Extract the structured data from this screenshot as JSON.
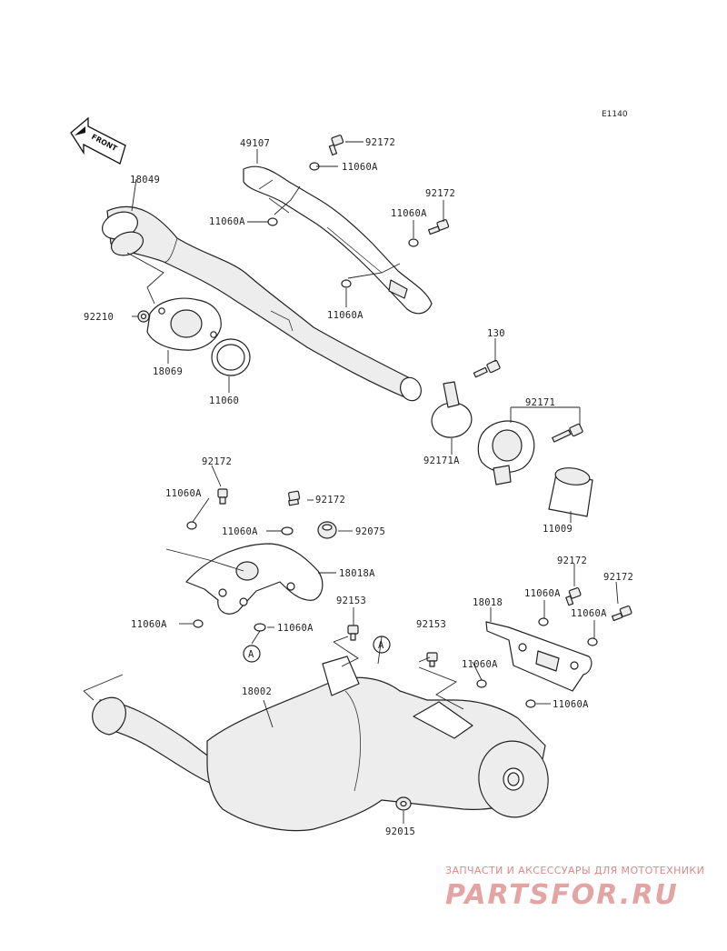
{
  "diagram_code": "E1140",
  "front_arrow_label": "FRONT",
  "callouts": {
    "c49107": "49107",
    "c92172_a": "92172",
    "c11060A_a": "11060A",
    "c92172_b": "92172",
    "c11060A_b": "11060A",
    "c18049": "18049",
    "c11060A_c": "11060A",
    "c11060A_d": "11060A",
    "c92210": "92210",
    "c18069": "18069",
    "c11060": "11060",
    "c130": "130",
    "c92171": "92171",
    "c92171A": "92171A",
    "c11009": "11009",
    "c92172_c": "92172",
    "c11060A_e": "11060A",
    "c92172_d": "92172",
    "c11060A_f": "11060A",
    "c92075": "92075",
    "c18018A": "18018A",
    "c11060A_g": "11060A",
    "c11060A_h": "11060A",
    "c92153_a": "92153",
    "c92172_e": "92172",
    "c92172_f": "92172",
    "c18018": "18018",
    "c11060A_i": "11060A",
    "c11060A_j": "11060A",
    "c92153_b": "92153",
    "c11060A_k": "11060A",
    "c11060A_l": "11060A",
    "c18002": "18002",
    "c92015": "92015"
  },
  "reference_marks": {
    "left": "A",
    "right": "A"
  },
  "watermark": {
    "tagline": "ЗАПЧАСТИ И АКСЕССУАРЫ ДЛЯ МОТОТЕХНИКИ",
    "brand": "PARTSFOR.RU"
  }
}
